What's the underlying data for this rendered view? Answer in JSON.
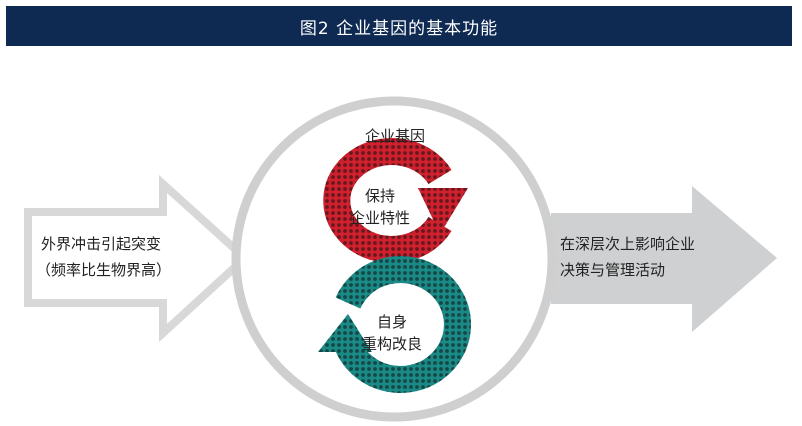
{
  "title": "图2  企业基因的基本功能",
  "center_label": "企业基因",
  "left_arrow": {
    "line1": "外界冲击引起突变",
    "line2": "（频率比生物界高）"
  },
  "right_arrow": {
    "line1": "在深层次上影响企业",
    "line2": "决策与管理活动"
  },
  "cycle_top": {
    "line1": "保持",
    "line2": "企业特性",
    "color": "#d0202e"
  },
  "cycle_bottom": {
    "line1": "自身",
    "line2": "重构改良",
    "color": "#1a8a86"
  },
  "colors": {
    "header_bg": "#0e2a52",
    "left_arrow_stroke": "#d8d8d8",
    "right_arrow_fill": "#cfd0d1",
    "circle_stroke": "#cfcfcf"
  }
}
